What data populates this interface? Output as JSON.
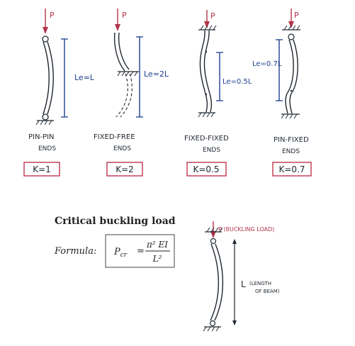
{
  "load_label": "P",
  "cases": [
    {
      "length_label": "Le=L",
      "ends_line1": "PIN-PIN",
      "ends_line2": "ENDS",
      "k_label": "K=1"
    },
    {
      "length_label": "Le=2L",
      "ends_line1": "FIXED-FREE",
      "ends_line2": "ENDS",
      "k_label": "K=2"
    },
    {
      "length_label": "Le=0.5L",
      "ends_line1": "FIXED-FIXED",
      "ends_line2": "ENDS",
      "k_label": "K=0.5"
    },
    {
      "length_label": "Le=0.7L",
      "ends_line1": "PIN-FIXED",
      "ends_line2": "ENDS",
      "k_label": "K=0.7"
    }
  ],
  "critical": {
    "title": "Critical buckling load",
    "formula_label": "Formula:",
    "formula_lhs": "P",
    "formula_lhs_sub": "cr",
    "formula_numerator": "π² EI",
    "formula_denominator": "L²",
    "load_note": "P (BUCKLING LOAD)",
    "length_note_line1": "L (LENGTH",
    "length_note_line2": "OF BEAM)"
  },
  "colors": {
    "ink": "#1f2730",
    "red": "#b3344a",
    "blue": "#1e3f8f",
    "box_border": "#c0364e"
  }
}
